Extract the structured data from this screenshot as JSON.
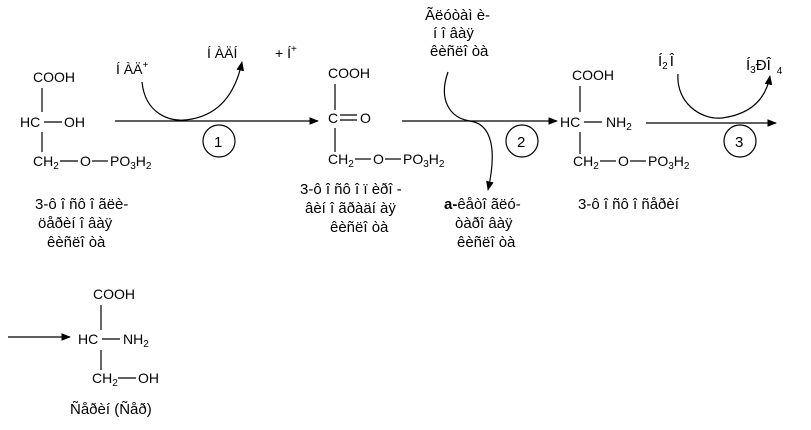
{
  "compound1": {
    "cooh": "COOH",
    "hc": "HC",
    "oh": "OH",
    "bottom": "CH",
    "bottom_sub": "2",
    "bottom_rest": "O",
    "po3h2": "PO",
    "po_sub1": "3",
    "po_h": "H",
    "po_sub2": "2",
    "name_line1": "3-ô î ñô î ãëè-",
    "name_line2": "öåðèí î âàÿ",
    "name_line3": "êèñëî òà"
  },
  "compound2": {
    "cooh": "COOH",
    "c": "C",
    "o": "O",
    "bottom": "CH",
    "bottom_sub": "2",
    "bottom_rest": "O",
    "po3h2": "PO",
    "po_sub1": "3",
    "po_h": "H",
    "po_sub2": "2",
    "name_line1": "3-ô î ñô î ï èðî -",
    "name_line2": "âèí î ãðàäí àÿ",
    "name_line3": "êèñëî òà"
  },
  "compound3": {
    "cooh": "COOH",
    "hc": "HC",
    "nh": "NH",
    "nh_sub": "2",
    "bottom": "CH",
    "bottom_sub": "2",
    "bottom_rest": "O",
    "po3h2": "PO",
    "po_sub1": "3",
    "po_h": "H",
    "po_sub2": "2",
    "name": "3-ô î ñô î ñåðèí"
  },
  "compound4": {
    "cooh": "COOH",
    "hc": "HC",
    "nh": "NH",
    "nh_sub": "2",
    "bottom": "CH",
    "bottom_sub": "2",
    "oh": "OH",
    "name": "Ñåðèí  (Ñåð)"
  },
  "step1": {
    "number": "1",
    "reactant": "Í ÀÄ",
    "reactant_sup": "+",
    "product": "Í ÀÄÍ",
    "plus": "+ Í",
    "plus_sup": "+"
  },
  "step2": {
    "number": "2",
    "reactant_line1": "Ãëóòàì è-",
    "reactant_line2": "í î âàÿ",
    "reactant_line3": "êèñëî òà",
    "product_prefix": "a-",
    "product_line1": "êåòî ãëó-",
    "product_line2": "òàðî âàÿ",
    "product_line3": "êèñëî òà"
  },
  "step3": {
    "number": "3",
    "reactant": "Í",
    "reactant_sub": "2",
    "reactant_tail": "Î",
    "product": "Í",
    "product_sub": "3",
    "product_mid": "ÐÎ",
    "product_sub2": "4"
  }
}
